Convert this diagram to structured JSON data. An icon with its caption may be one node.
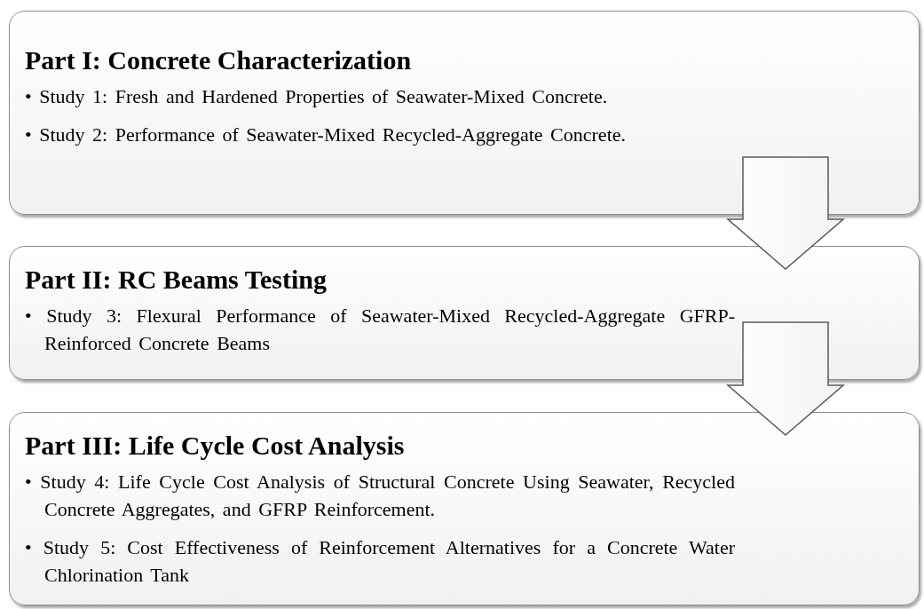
{
  "diagram": {
    "nodes": [
      {
        "text": [
          "Part I: Concrete Characterization",
          "• Study 1: Fresh and Hardened Properties of Seawater-Mixed Concrete.",
          "• Study 2: Performance of Seawater-Mixed Recycled-Aggregate Concrete."
        ]
      },
      {
        "text": [
          "Part II: RC Beams Testing",
          "• Study 3: Flexural Performance of Seawater-Mixed Recycled-Aggregate GFRP-Reinforced Concrete Beams"
        ]
      },
      {
        "text": [
          "Part III: Life Cycle Cost Analysis",
          "• Study 4: Life Cycle Cost Analysis of Structural Concrete Using Seawater, Recycled Concrete Aggregates, and GFRP Reinforcement.",
          "• Study 5: Cost Effectiveness of Reinforcement Alternatives for a Concrete Water Chlorination Tank"
        ]
      }
    ],
    "edges": [
      {
        "from": 0,
        "to": 1,
        "arrow": "to"
      },
      {
        "from": 1,
        "to": 2,
        "arrow": "to"
      }
    ]
  }
}
